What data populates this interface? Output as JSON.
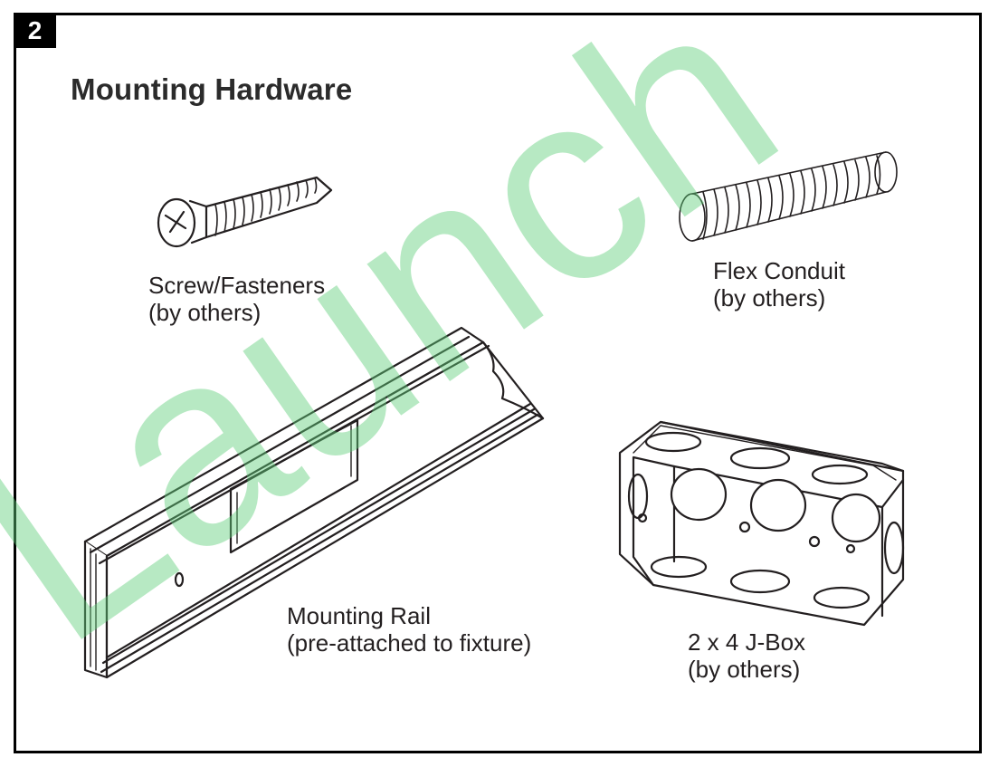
{
  "step": {
    "number": "2"
  },
  "section": {
    "title": "Mounting Hardware"
  },
  "parts": {
    "screw": {
      "line1": "Screw/Fasteners",
      "line2": "(by others)"
    },
    "conduit": {
      "line1": "Flex Conduit",
      "line2": "(by others)"
    },
    "rail": {
      "line1": "Mounting Rail",
      "line2": "(pre-attached to fixture)"
    },
    "jbox": {
      "line1": "2 x 4 J-Box",
      "line2": "(by others)"
    }
  },
  "watermark": {
    "text": "Launch",
    "color": "#5fcf7a"
  },
  "colors": {
    "frame": "#000000",
    "line_art": "#231f20"
  }
}
